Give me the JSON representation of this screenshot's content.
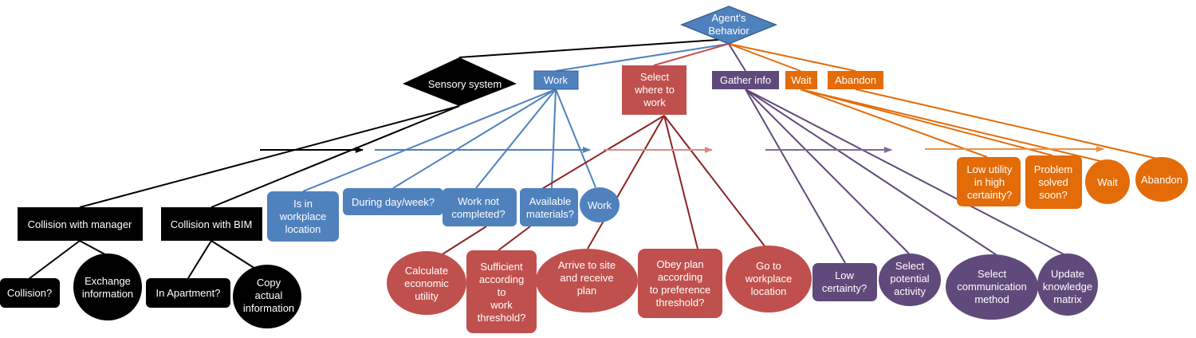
{
  "colors": {
    "black": "#000000",
    "blue": "#4F81BD",
    "blue_border": "#3A6392",
    "red": "#C0504D",
    "red_arrow": "#D9898A",
    "purple": "#604A7B",
    "purple_arrow": "#7E6A99",
    "orange": "#E36C09",
    "orange_arrow": "#E9954A",
    "dark_red_line": "#8B2523",
    "white": "#FFFFFF"
  },
  "diagram": {
    "root": {
      "lines": [
        "Agent's",
        "Behavior"
      ]
    },
    "sensory": {
      "lines": [
        "Sensory system"
      ]
    },
    "work": {
      "lines": [
        "Work"
      ]
    },
    "select": {
      "lines": [
        "Select",
        "where to",
        "work"
      ]
    },
    "gather": {
      "lines": [
        "Gather info"
      ]
    },
    "wait_top": {
      "lines": [
        "Wait"
      ]
    },
    "abandon_top": {
      "lines": [
        "Abandon"
      ]
    },
    "coll_mgr": {
      "lines": [
        "Collision with manager"
      ]
    },
    "coll_bim": {
      "lines": [
        "Collision with BIM"
      ]
    },
    "collision_q": {
      "lines": [
        "Collision?"
      ]
    },
    "exchange": {
      "lines": [
        "Exchange",
        "information"
      ]
    },
    "in_apartment": {
      "lines": [
        "In Apartment?"
      ]
    },
    "copy_actual": {
      "lines": [
        "Copy",
        "actual",
        "information"
      ]
    },
    "is_in_workplace": {
      "lines": [
        "Is in",
        "workplace",
        "location"
      ]
    },
    "during_day": {
      "lines": [
        "During day/week?"
      ]
    },
    "work_not_completed": {
      "lines": [
        "Work not",
        "completed?"
      ]
    },
    "available_materials": {
      "lines": [
        "Available",
        "materials?"
      ]
    },
    "work_circle": {
      "lines": [
        "Work"
      ]
    },
    "calc_utility": {
      "lines": [
        "Calculate",
        "economic",
        "utility"
      ]
    },
    "sufficient": {
      "lines": [
        "Sufficient",
        "according",
        "to",
        "work",
        "threshold?"
      ]
    },
    "arrive": {
      "lines": [
        "Arrive to site",
        "and receive",
        "plan"
      ]
    },
    "obey_plan": {
      "lines": [
        "Obey plan",
        "according",
        "to preference",
        "threshold?"
      ]
    },
    "go_to_workplace": {
      "lines": [
        "Go to",
        "workplace",
        "location"
      ]
    },
    "low_certainty": {
      "lines": [
        "Low",
        "certainty?"
      ]
    },
    "select_activity": {
      "lines": [
        "Select",
        "potential",
        "activity"
      ]
    },
    "select_comm": {
      "lines": [
        "Select",
        "communication",
        "method"
      ]
    },
    "update_matrix": {
      "lines": [
        "Update",
        "knowledge",
        "matrix"
      ]
    },
    "low_utility": {
      "lines": [
        "Low utility",
        "in high",
        "certainty?"
      ]
    },
    "problem_solved": {
      "lines": [
        "Problem",
        "solved",
        "soon?"
      ]
    },
    "wait_circle": {
      "lines": [
        "Wait"
      ]
    },
    "abandon_circle": {
      "lines": [
        "Abandon"
      ]
    }
  }
}
